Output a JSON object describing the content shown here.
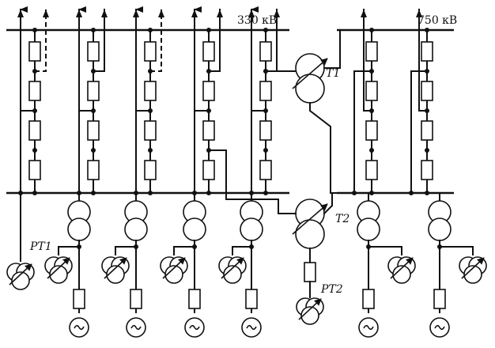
{
  "labels": {
    "bus_330": "330 кВ",
    "bus_750": "750 кВ",
    "t1": "T1",
    "t2": "T2",
    "rt1": "PT1",
    "rt2": "PT2",
    "gen_symbol": "~"
  }
}
